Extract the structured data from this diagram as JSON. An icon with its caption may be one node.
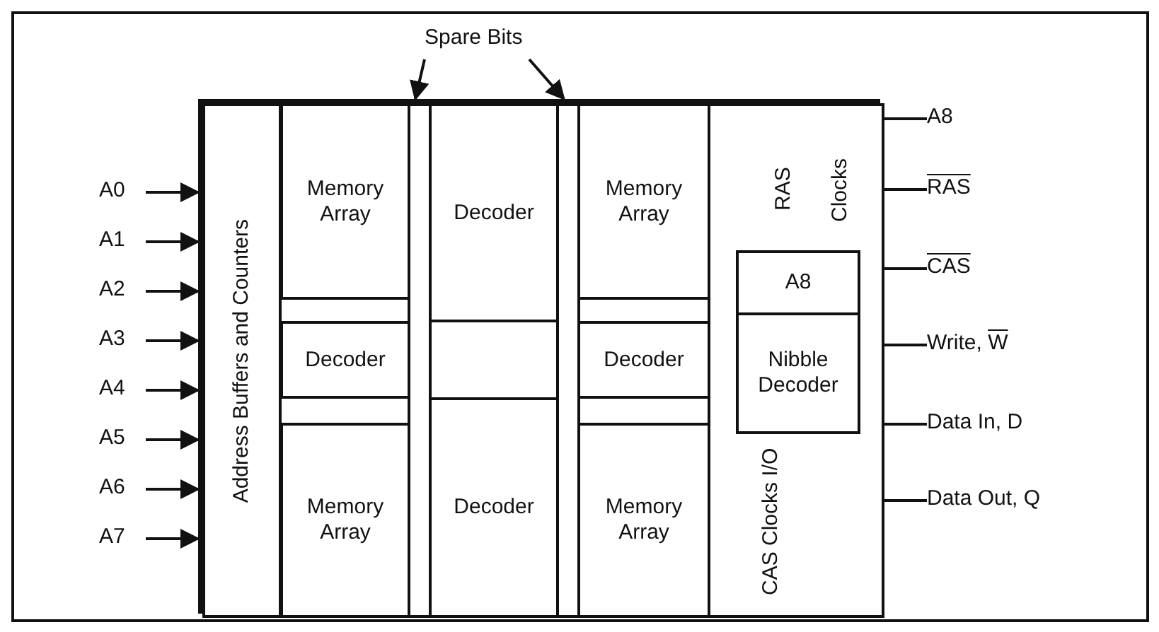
{
  "diagram": {
    "nodes": [
      {
        "text": [],
        "shape": "box"
      },
      {
        "text": [
          "Address Buffers and Counters"
        ],
        "in": 0
      },
      {
        "text": [
          "Memory Array"
        ],
        "in": 0
      },
      {
        "text": [
          "Decoder"
        ],
        "in": 0
      },
      {
        "text": [
          "Memory Array"
        ],
        "in": 0
      },
      {
        "text": [
          "Decoder"
        ],
        "in": 0
      },
      {
        "text": [
          "Decoder"
        ],
        "in": 0
      },
      {
        "text": [
          "Memory Array"
        ],
        "in": 0
      },
      {
        "text": [
          "Decoder"
        ],
        "in": 0
      },
      {
        "text": [
          "Memory Array"
        ],
        "in": 0
      },
      {
        "text": [],
        "shape": "bar",
        "in": 0
      },
      {
        "text": [],
        "shape": "bar",
        "in": 0
      },
      {
        "text": [
          "RAS Clocks",
          "CAS Clocks I/O"
        ],
        "in": 0
      },
      {
        "text": [
          "A8"
        ],
        "in": 12
      },
      {
        "text": [
          "Nibble Decoder"
        ],
        "in": 12
      },
      {
        "text": [
          "Spare Bits"
        ]
      },
      {
        "text": [
          "A0"
        ]
      },
      {
        "text": [
          "A1"
        ]
      },
      {
        "text": [
          "A2"
        ]
      },
      {
        "text": [
          "A3"
        ]
      },
      {
        "text": [
          "A4"
        ]
      },
      {
        "text": [
          "A5"
        ]
      },
      {
        "text": [
          "A6"
        ]
      },
      {
        "text": [
          "A7"
        ]
      },
      {
        "text": [
          "A8"
        ]
      },
      {
        "text": [
          "RAS"
        ]
      },
      {
        "text": [
          "CAS"
        ]
      },
      {
        "text": [
          "Write, W"
        ]
      },
      {
        "text": [
          "Data In, D"
        ]
      },
      {
        "text": [
          "Data Out, Q"
        ]
      }
    ],
    "edges": [
      {
        "from": 15,
        "to": 10,
        "arrow": "to"
      },
      {
        "from": 15,
        "to": 11,
        "arrow": "to"
      },
      {
        "from": 16,
        "to": 1,
        "arrow": "to"
      },
      {
        "from": 17,
        "to": 1,
        "arrow": "to"
      },
      {
        "from": 18,
        "to": 1,
        "arrow": "to"
      },
      {
        "from": 19,
        "to": 1,
        "arrow": "to"
      },
      {
        "from": 20,
        "to": 1,
        "arrow": "to"
      },
      {
        "from": 21,
        "to": 1,
        "arrow": "to"
      },
      {
        "from": 22,
        "to": 1,
        "arrow": "to"
      },
      {
        "from": 23,
        "to": 1,
        "arrow": "to"
      },
      {
        "from": 12,
        "to": 24,
        "arrow": "none"
      },
      {
        "from": 12,
        "to": 25,
        "arrow": "none"
      },
      {
        "from": 12,
        "to": 26,
        "arrow": "none"
      },
      {
        "from": 12,
        "to": 27,
        "arrow": "none"
      },
      {
        "from": 12,
        "to": 28,
        "arrow": "none"
      },
      {
        "from": 12,
        "to": 29,
        "arrow": "none"
      }
    ]
  }
}
